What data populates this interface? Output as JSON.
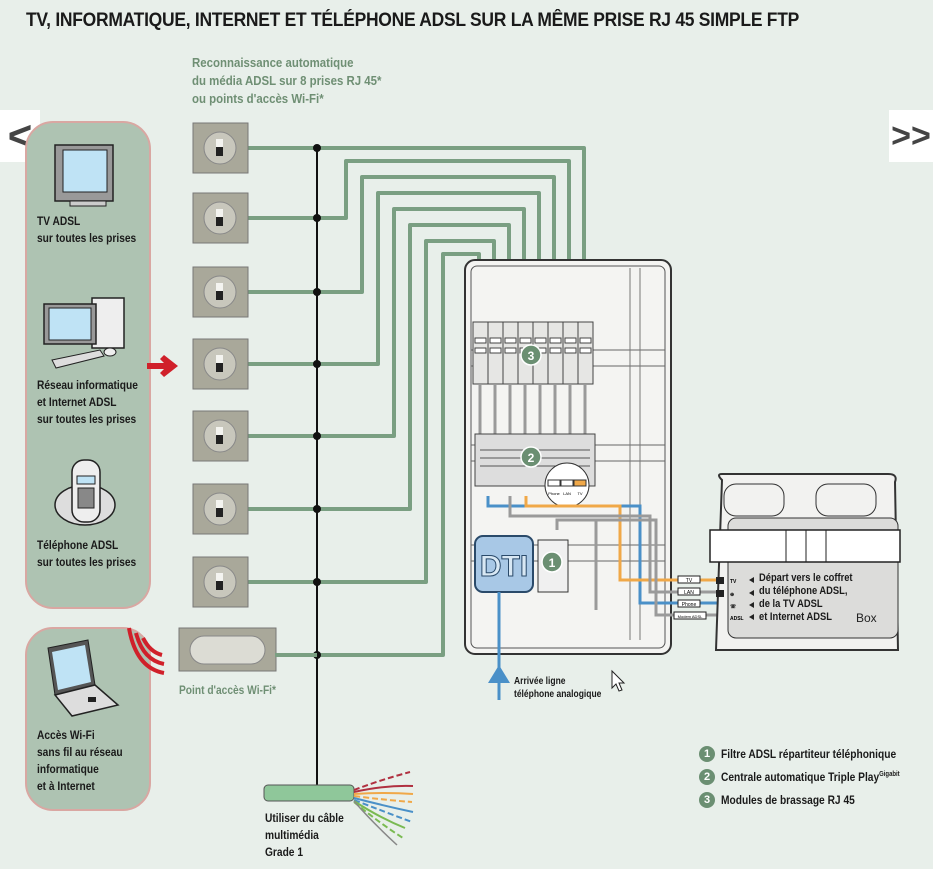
{
  "title": "TV, INFORMATIQUE, INTERNET ET TÉLÉPHONE ADSL SUR LA MÊME PRISE RJ 45 SIMPLE FTP",
  "subtitle": [
    "Reconnaissance automatique",
    "du média ADSL sur 8 prises RJ 45*",
    "ou points d'accès Wi-Fi*"
  ],
  "nav": {
    "prev": "<",
    "next": ">>"
  },
  "left_panel": {
    "items": [
      {
        "icon": "tv-icon",
        "lines": [
          "TV ADSL",
          "sur toutes les prises"
        ]
      },
      {
        "icon": "computer-icon",
        "lines": [
          "Réseau informatique",
          "et Internet ADSL",
          "sur toutes les prises"
        ]
      },
      {
        "icon": "phone-icon",
        "lines": [
          "Téléphone ADSL",
          "sur toutes les prises"
        ]
      }
    ]
  },
  "wifi_panel": {
    "icon": "laptop-icon",
    "lines": [
      "Accès Wi-Fi",
      "sans fil au réseau",
      "informatique",
      "et à Internet"
    ]
  },
  "wifi_access_point_label": "Point d'accès Wi-Fi*",
  "outlets_count": 7,
  "cable": {
    "lines": [
      "Utiliser du câble",
      "multimédia",
      "Grade 1"
    ]
  },
  "incoming_line": {
    "lines": [
      "Arrivée ligne",
      "téléphone analogique"
    ]
  },
  "cabinet": {
    "dti_label": "DTI",
    "module_numbers": [
      "1",
      "2",
      "3"
    ],
    "port_labels": [
      "Phone",
      "LAN",
      "TV"
    ],
    "output_ports": [
      "TV",
      "LAN",
      "Phone",
      "Modem ADSL"
    ]
  },
  "box": {
    "label": "Box",
    "port_labels": [
      "TV",
      "⊕",
      "☏",
      "ADSL"
    ],
    "description": [
      "Départ vers le coffret",
      "du téléphone ADSL,",
      "de la TV ADSL",
      "et Internet ADSL"
    ]
  },
  "legend": [
    {
      "num": "1",
      "text": "Filtre ADSL répartiteur téléphonique",
      "sup": ""
    },
    {
      "num": "2",
      "text": "Centrale automatique Triple Play",
      "sup": "Gigabit"
    },
    {
      "num": "3",
      "text": "Modules de brassage RJ 45",
      "sup": ""
    }
  ],
  "colors": {
    "background": "#e8efea",
    "panel": "#aec3b2",
    "panel_border": "#d9a7a2",
    "wire_green": "#7a9f82",
    "wire_blue": "#4a90c8",
    "wire_orange": "#f0a848",
    "wire_gray": "#9a9a9a",
    "accent_red": "#d0202a",
    "badge_green": "#6b8f72"
  }
}
